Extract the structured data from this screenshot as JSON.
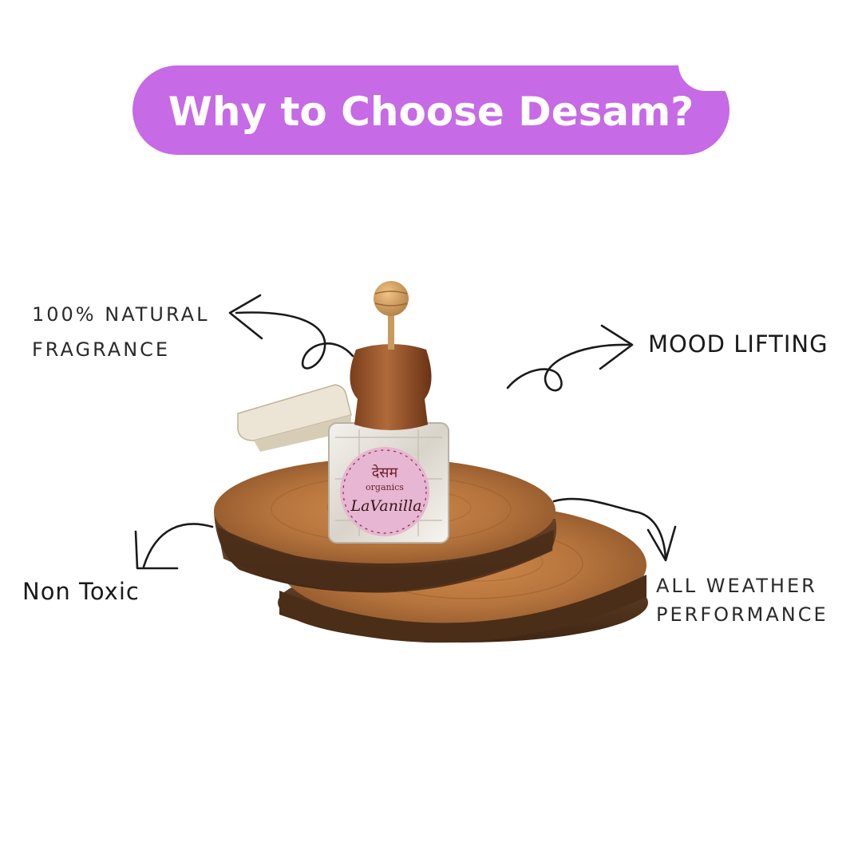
{
  "header": {
    "title": "Why to Choose Desam?"
  },
  "features": {
    "natural": {
      "line1": "100% NATURAL",
      "line2": "FRAGRANCE"
    },
    "mood": {
      "label": "MOOD LIFTING"
    },
    "nontoxic": {
      "label": "Non Toxic"
    },
    "weather": {
      "line1": "ALL WEATHER",
      "line2": "PERFORMANCE"
    }
  },
  "product": {
    "brand": "देसम",
    "brand_sub": "organics",
    "name": "LaVanilla"
  },
  "colors": {
    "accent": "#c66ae6",
    "wood": "#b5743d",
    "bark": "#5a3a22",
    "label": "#e6b6d2",
    "text": "#1a1a1a"
  }
}
